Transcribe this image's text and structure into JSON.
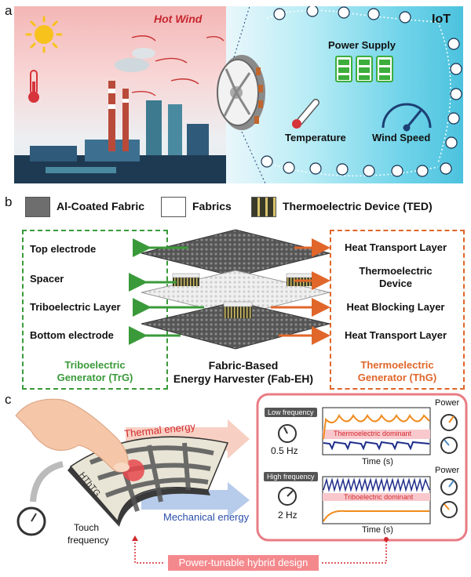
{
  "panel_a": {
    "letter": "a",
    "hot_wind": "Hot Wind",
    "iot": "IoT",
    "power_supply": "Power Supply",
    "temperature": "Temperature",
    "wind_speed": "Wind Speed"
  },
  "panel_b": {
    "letter": "b",
    "legend": {
      "al_fabric": "Al-Coated Fabric",
      "fabrics": "Fabrics",
      "ted": "Thermoelectric Device (TED)"
    },
    "left_labels": [
      "Top electrode",
      "Spacer",
      "Triboelectric Layer",
      "Bottom electrode"
    ],
    "right_labels": [
      "Heat Transport Layer",
      "Thermoelectric",
      "Device",
      "Heat Blocking Layer",
      "Heat Transport Layer"
    ],
    "trg_line1": "Triboelectric",
    "trg_line2": "Generator (TrG)",
    "center_line1": "Fabric-Based",
    "center_line2": "Energy Harvester (Fab-EH)",
    "thg_line1": "Thermoelectric",
    "thg_line2": "Generator (ThG)",
    "colors": {
      "green": "#3a9a3a",
      "orange": "#e0662a"
    }
  },
  "panel_c": {
    "letter": "c",
    "thermal_energy": "Thermal energy",
    "mechanical_energy": "Mechanical energy",
    "device_label": "HThTG",
    "touch_line1": "Touch",
    "touch_line2": "frequency",
    "low_freq_tag": "Low frequency",
    "low_freq_value": "0.5 Hz",
    "thermo_dominant": "Thermoelectric dominant",
    "time_label_1": "Time (s)",
    "power_1": "Power",
    "high_freq_tag": "High frequency",
    "high_freq_value": "2 Hz",
    "tribo_dominant": "Triboelectric dominant",
    "time_label_2": "Time (s)",
    "power_2": "Power",
    "banner": "Power-tunable hybrid design",
    "colors": {
      "thermal": "#e8731f",
      "mechanical": "#1f3d9a",
      "frame": "#e87c84"
    }
  }
}
